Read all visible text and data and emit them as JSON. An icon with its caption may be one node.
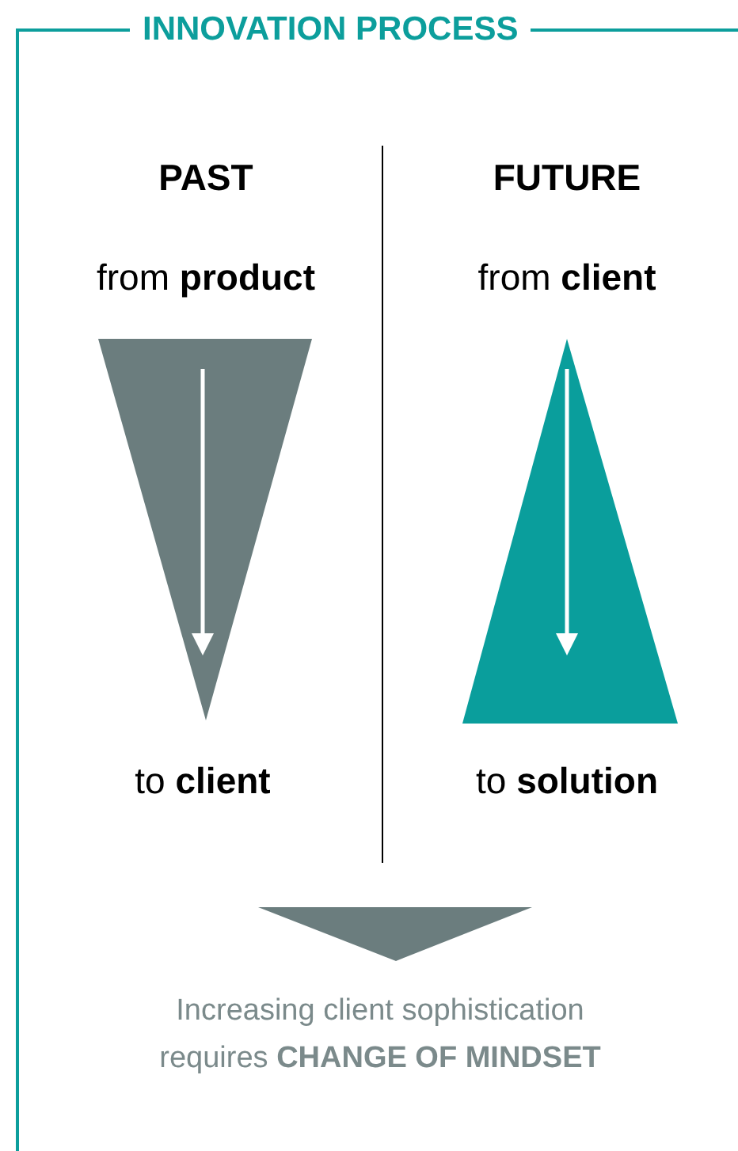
{
  "diagram": {
    "nodes": [
      {
        "text": [
          "INNOVATION PROCESS"
        ]
      }
    ],
    "labels": [
      "PAST",
      "FUTURE",
      "from **product**",
      "from **client**",
      "to **client**",
      "to **solution**",
      "Increasing client sophistication requires **CHANGE OF MINDSET**"
    ]
  }
}
